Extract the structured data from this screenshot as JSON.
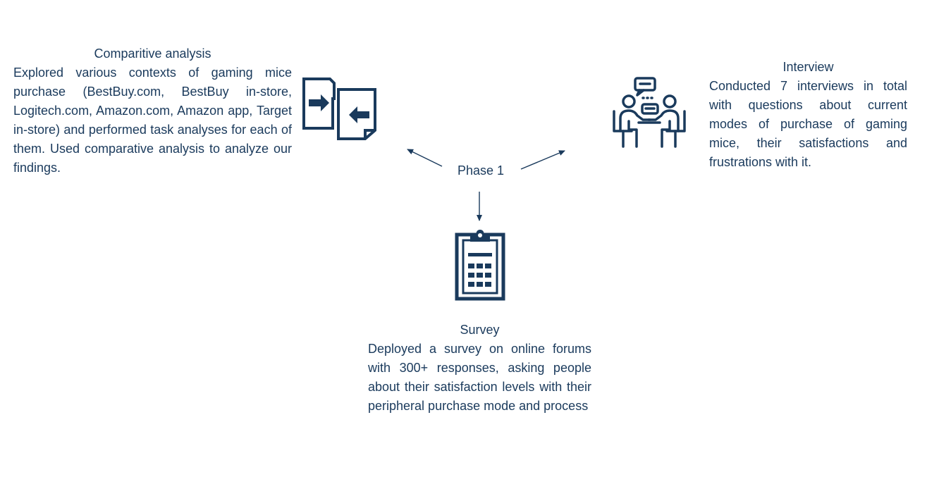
{
  "hub": {
    "label": "Phase 1"
  },
  "comparative": {
    "title": "Comparitive analysis",
    "body": "Explored various contexts of gaming mice purchase (BestBuy.com, BestBuy in-store, Logitech.com, Amazon.com, Amazon app, Target in-store) and performed task analyses for each of them. Used comparative analysis to analyze our findings.",
    "icon": "document-swap-icon"
  },
  "interview": {
    "title": "Interview",
    "body": "Conducted 7 interviews in total with questions about current modes of purchase of gaming mice, their satisfactions and frustrations with it.",
    "icon": "interview-people-icon"
  },
  "survey": {
    "title": "Survey",
    "body": "Deployed a survey on online forums with 300+ responses, asking people about their satisfaction levels with their peripheral purchase mode and process",
    "icon": "clipboard-icon"
  },
  "colors": {
    "primary": "#1a3a5c"
  }
}
